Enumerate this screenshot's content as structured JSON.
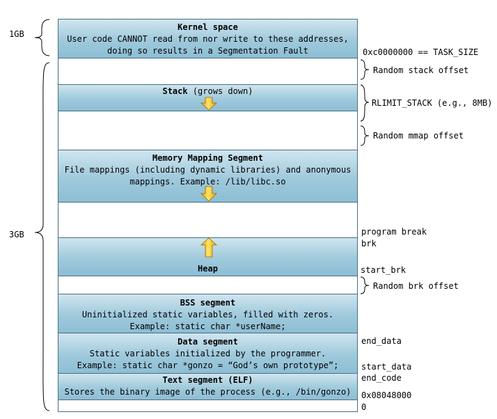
{
  "left_labels": {
    "kernel_size": "1GB",
    "user_size": "3GB"
  },
  "segments": {
    "kernel": {
      "title": "Kernel space",
      "desc1": "User code CANNOT read from nor write to these addresses,",
      "desc2": "doing so results in a Segmentation Fault"
    },
    "stack": {
      "title": "Stack",
      "suffix": " (grows down)"
    },
    "mmap": {
      "title": "Memory Mapping Segment",
      "desc1": "File mappings (including dynamic libraries) and anonymous",
      "desc2": "mappings. Example: /lib/libc.so"
    },
    "heap": {
      "title": "Heap"
    },
    "bss": {
      "title": "BSS segment",
      "desc1": "Uninitialized static variables, filled with zeros.",
      "desc2": "Example: static char *userName;"
    },
    "data": {
      "title": "Data segment",
      "desc1": "Static variables initialized by the programmer.",
      "desc2": "Example: static char *gonzo = “God’s own prototype”;"
    },
    "text": {
      "title": "Text segment (ELF)",
      "desc1": "Stores the binary image of the process (e.g., /bin/gonzo)"
    }
  },
  "right_labels": {
    "task_size": "0xc0000000 == TASK_SIZE",
    "random_stack": "Random stack offset",
    "rlimit": "RLIMIT_STACK (e.g., 8MB)",
    "random_mmap": "Random mmap offset",
    "program_break": "program break",
    "brk": "brk",
    "start_brk": "start_brk",
    "random_brk": "Random brk offset",
    "end_data": "end_data",
    "start_data": "start_data",
    "end_code": "end_code",
    "text_start": "0x08048000",
    "zero": "0"
  }
}
